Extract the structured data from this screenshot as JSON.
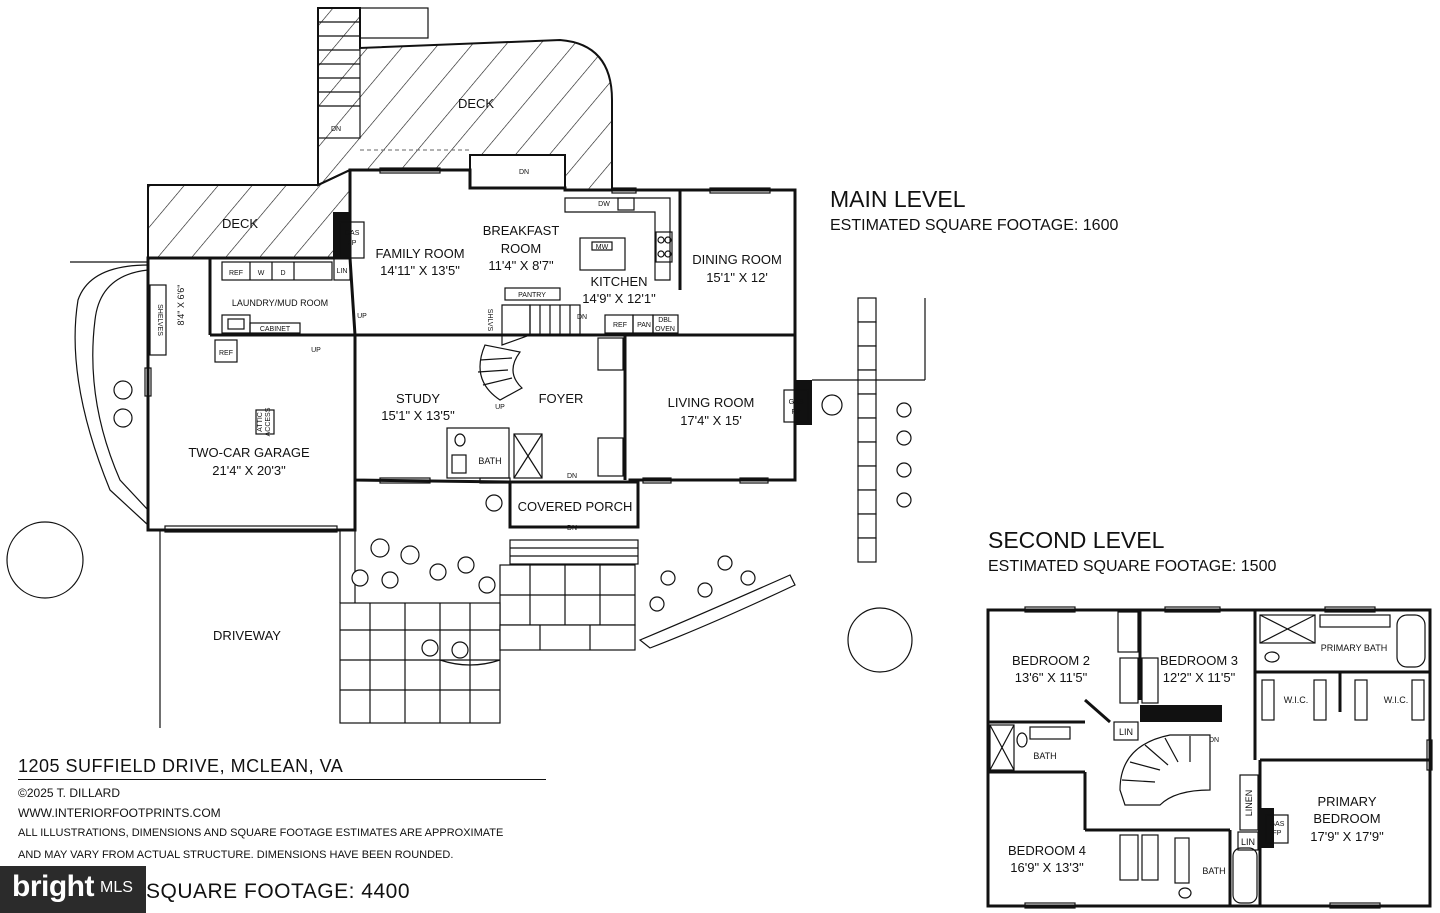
{
  "main_level": {
    "title": "MAIN LEVEL",
    "subtitle": "ESTIMATED SQUARE FOOTAGE: 1600"
  },
  "second_level": {
    "title": "SECOND LEVEL",
    "subtitle": "ESTIMATED SQUARE FOOTAGE: 1500"
  },
  "info": {
    "address": "1205 SUFFIELD DRIVE, MCLEAN, VA",
    "copyright": "©2025 T. DILLARD",
    "website": "WWW.INTERIORFOOTPRINTS.COM",
    "disclaimer_line1": "ALL ILLUSTRATIONS, DIMENSIONS AND SQUARE FOOTAGE ESTIMATES ARE APPROXIMATE",
    "disclaimer_line2": "AND MAY VARY FROM ACTUAL STRUCTURE. DIMENSIONS HAVE BEEN ROUNDED.",
    "total": "SQUARE FOOTAGE:  4400"
  },
  "logo": {
    "wordmark": "bright",
    "suffix": "MLS"
  },
  "labels": {
    "deck_top": "DECK",
    "deck_left": "DECK",
    "dn": "DN",
    "up": "UP",
    "gas": "GAS",
    "fp": "FP",
    "family_room": "FAMILY ROOM",
    "family_room_dim": "14'11\" X 13'5\"",
    "breakfast": "BREAKFAST",
    "room": "ROOM",
    "breakfast_dim": "11'4\" X 8'7\"",
    "kitchen": "KITCHEN",
    "kitchen_dim": "14'9\" X 12'1\"",
    "dining_room": "DINING ROOM",
    "dining_room_dim": "15'1\" X 12'",
    "mw": "MW",
    "dw": "DW",
    "pantry": "PANTRY",
    "shlvs": "SHLVS",
    "ref": "REF",
    "pan": "PAN",
    "dbl": "DBL",
    "oven": "OVEN",
    "w": "W",
    "d": "D",
    "lin": "LIN",
    "laundry": "LAUNDRY/MUD ROOM",
    "cabinet": "CABINET",
    "shelves": "SHELVES",
    "garage_side_dim": "8'4\" X 6'6\"",
    "study": "STUDY",
    "study_dim": "15'1\" X 13'5\"",
    "foyer": "FOYER",
    "living_room": "LIVING ROOM",
    "living_room_dim": "17'4\" X 15'",
    "bath": "BATH",
    "covered_porch": "COVERED PORCH",
    "garage": "TWO-CAR GARAGE",
    "garage_dim": "21'4\" X 20'3\"",
    "attic": "ATTIC",
    "access": "ACCESS",
    "driveway": "DRIVEWAY",
    "bedroom2": "BEDROOM 2",
    "bedroom2_dim": "13'6\" X 11'5\"",
    "bedroom3": "BEDROOM 3",
    "bedroom3_dim": "12'2\" X 11'5\"",
    "primary_bath": "PRIMARY BATH",
    "wic": "W.I.C.",
    "primary": "PRIMARY",
    "bedroom": "BEDROOM",
    "primary_dim": "17'9\" X 17'9\"",
    "bedroom4": "BEDROOM 4",
    "bedroom4_dim": "16'9\" X 13'3\"",
    "linen": "LINEN"
  }
}
